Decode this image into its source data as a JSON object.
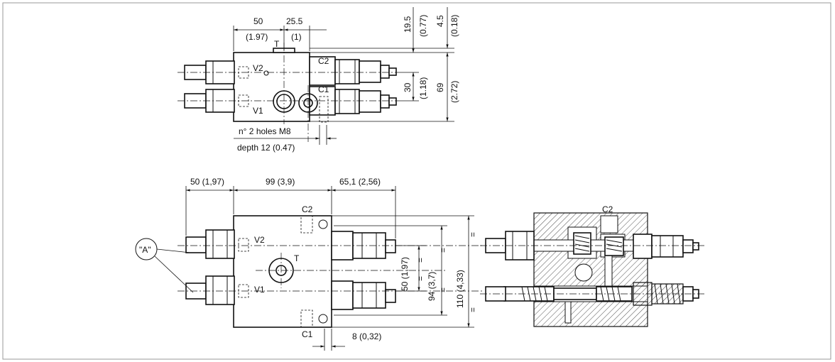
{
  "top_view": {
    "dim_width_mm": "50",
    "dim_width_in": "(1.97)",
    "dim_offset_mm": "25.5",
    "dim_offset_in": "(1)",
    "dim_v1_mm": "19.5",
    "dim_v1_in": "(0.77)",
    "dim_v2_mm": "4.5",
    "dim_v2_in": "(0.18)",
    "dim_port_mm": "30",
    "dim_port_in": "(1.18)",
    "dim_height_mm": "69",
    "dim_height_in": "(2.72)",
    "label_t": "T",
    "label_c2": "C2",
    "label_c1": "C1",
    "label_v2": "V2",
    "label_v1": "V1",
    "note_holes": "n° 2 holes M8",
    "note_depth": "depth 12 (0.47)"
  },
  "front_view": {
    "dim_left": "50 (1,97)",
    "dim_mid": "99 (3,9)",
    "dim_right": "65,1 (2,56)",
    "label_c2": "C2",
    "label_c1": "C1",
    "label_v2": "V2",
    "label_v1": "V1",
    "label_t": "T",
    "label_a": "\"A\"",
    "dim_pitch": "50 (1,97)",
    "dim_94": "94 (3,7)",
    "dim_110": "110 (4,33)",
    "dim_bottom": "8 (0,32)",
    "eq": "="
  },
  "section_view": {
    "label_c2": "C2"
  }
}
